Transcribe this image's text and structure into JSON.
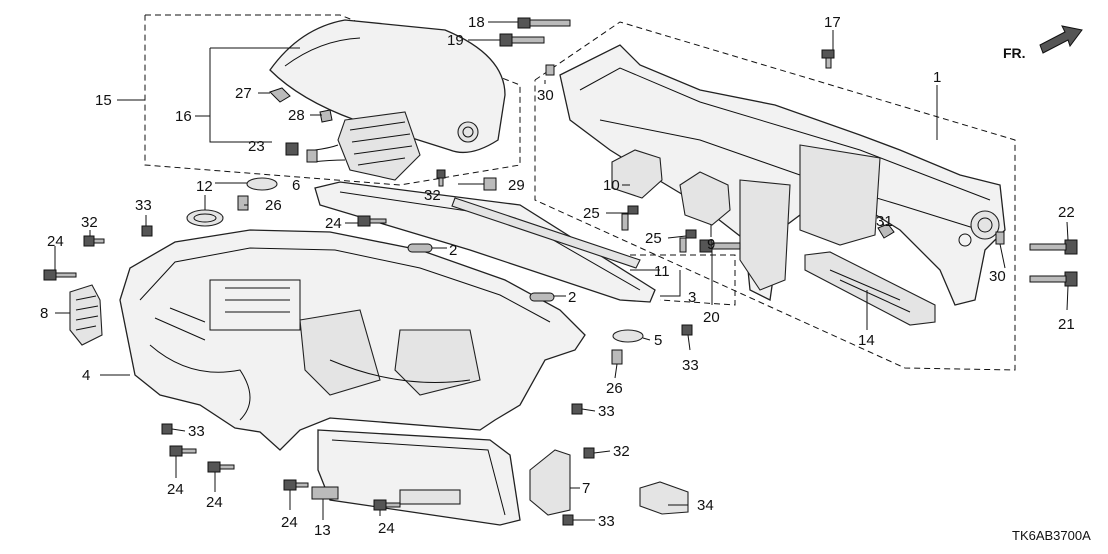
{
  "diagram": {
    "diagram_code": "TK6AB3700A",
    "direction_label": "FR.",
    "callouts": [
      "1",
      "2",
      "3",
      "4",
      "5",
      "6",
      "7",
      "8",
      "9",
      "10",
      "11",
      "12",
      "13",
      "14",
      "15",
      "16",
      "17",
      "18",
      "19",
      "20",
      "21",
      "22",
      "23",
      "24",
      "25",
      "26",
      "27",
      "28",
      "29",
      "30",
      "31",
      "32",
      "33",
      "34"
    ]
  }
}
